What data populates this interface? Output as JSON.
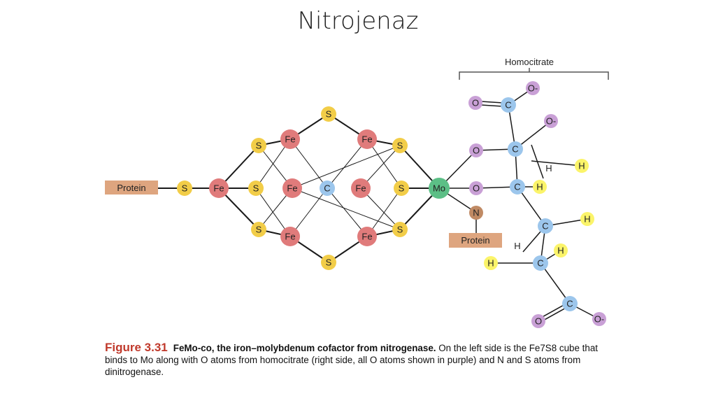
{
  "slide": {
    "title": "Nitrojenaz"
  },
  "diagram": {
    "bracket_label": "Homocitrate",
    "protein_left": "Protein",
    "protein_bottom": "Protein",
    "colors": {
      "S": "#f2cd48",
      "Fe": "#e07b7b",
      "C": "#9cc6ec",
      "Mo": "#5cbf86",
      "O": "#c9a0d6",
      "H": "#fbf46a",
      "N": "#c08a64",
      "protein_box": "#dea57f"
    },
    "atoms": {
      "s_left": "S",
      "fe_left": "Fe",
      "s_top": "S",
      "s_ul": "S",
      "fe_ul": "Fe",
      "fe_ur": "Fe",
      "s_ur": "S",
      "s_ml": "S",
      "fe_ml": "Fe",
      "c_center": "C",
      "fe_mr": "Fe",
      "s_mr": "S",
      "s_ll": "S",
      "fe_ll": "Fe",
      "fe_lr": "Fe",
      "s_lr": "S",
      "s_bottom": "S",
      "mo": "Mo",
      "n": "N",
      "o_mid1": "O",
      "o_mid2": "O",
      "c_h1": "C",
      "c_h2": "C",
      "c_h3": "C",
      "c_h4": "C",
      "c_h5": "C",
      "c_h6": "C",
      "o_h1": "O",
      "o_h2": "O-",
      "o_h3": "O-",
      "o_h4": "O",
      "o_h5": "O-",
      "h1": "H",
      "h2": "H",
      "h3": "H",
      "h4": "H",
      "h5": "H",
      "h_bare1": "H",
      "h_bare2": "H"
    }
  },
  "caption": {
    "figure_number": "Figure 3.31",
    "title": "FeMo-co, the iron–molybdenum cofactor from nitrogenase.",
    "text": " On the left side is the Fe7S8 cube that binds to Mo along with O atoms from homocitrate (right side, all O atoms shown in purple) and N and S atoms from dinitrogenase."
  }
}
